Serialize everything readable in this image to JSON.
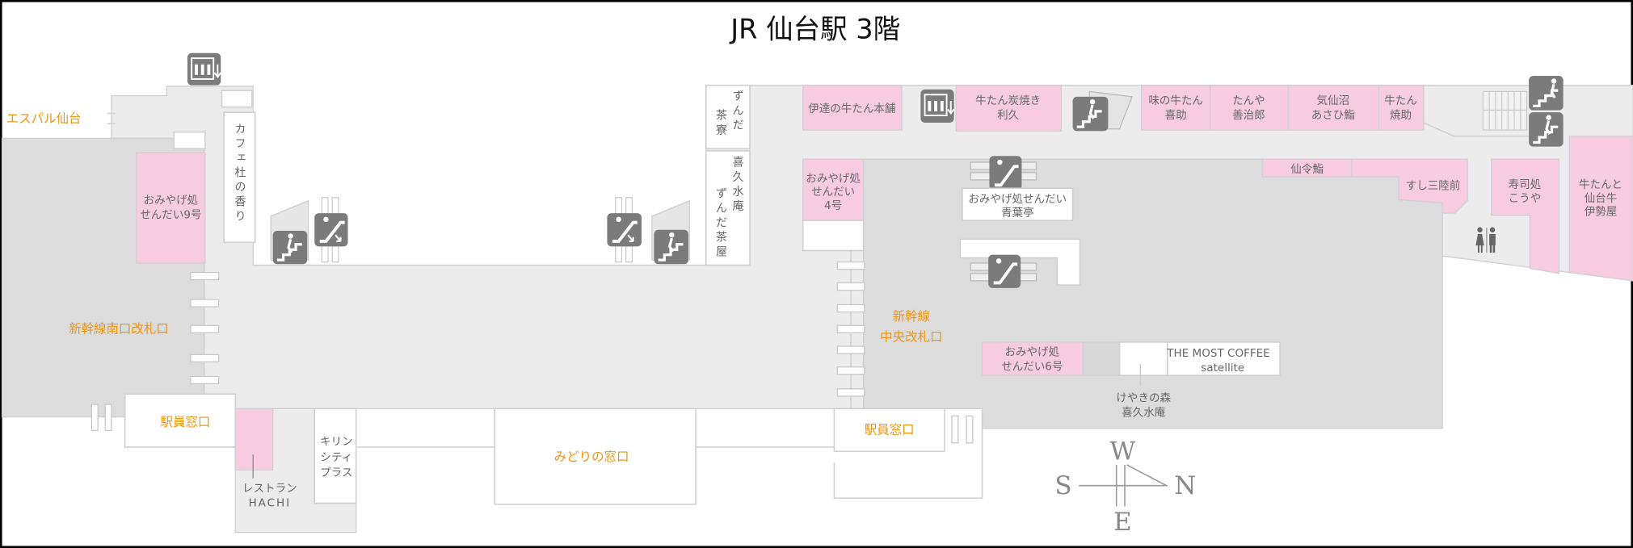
{
  "title": "JR 仙台駅 3階",
  "labels": {
    "espal": "エスパル仙台",
    "south_gate": "新幹線南口改札口",
    "central_gate": [
      "新幹線",
      "中央改札口"
    ],
    "station_office_left": "駅員窓口",
    "station_office_right": "駅員窓口",
    "midori": "みどりの窓口"
  },
  "shops": {
    "omiyage9": [
      "おみやげ処",
      "せんだい9号"
    ],
    "cafe_mori": "カフェ杜の香り",
    "zunda_saryo": [
      "ずんだ",
      "茶寮"
    ],
    "kikusui_zunda": [
      "喜久水庵",
      "ずんだ茶屋"
    ],
    "date_gyutan": "伊達の牛たん本舗",
    "rikyu": [
      "牛たん炭焼き",
      "利久"
    ],
    "kisuke": [
      "味の牛たん",
      "喜助"
    ],
    "zenjiro": [
      "たんや",
      "善治郎"
    ],
    "asahi": [
      "気仙沼",
      "あさひ鮨"
    ],
    "yakisuke": [
      "牛たん",
      "焼助"
    ],
    "omiyage4": [
      "おみやげ処",
      "せんだい",
      "4号"
    ],
    "aobatei": [
      "おみやげ処せんだい",
      "青葉亭"
    ],
    "senrei": "仙令鮨",
    "sanriku": "すし三陸前",
    "kouya": [
      "寿司処",
      "こうや"
    ],
    "iseya": [
      "牛たんと",
      "仙台牛",
      "伊勢屋"
    ],
    "omiyage6": [
      "おみやげ処",
      "せんだい6号"
    ],
    "most_coffee": [
      "THE MOST COFFEE",
      "satellite"
    ],
    "keyaki": [
      "けやきの森",
      "喜久水庵"
    ],
    "hachi": [
      "レストラン",
      "HACHI"
    ],
    "kirin": [
      "キリン",
      "シティ",
      "プラス"
    ]
  },
  "compass": {
    "w": "W",
    "s": "S",
    "n": "N",
    "e": "E"
  },
  "colors": {
    "shop_pink": "#f7cce0",
    "label_orange": "#ef950f",
    "corridor": "#ececec",
    "gate_area": "#dcdcdc",
    "icon_gray": "#7b7b7b"
  }
}
